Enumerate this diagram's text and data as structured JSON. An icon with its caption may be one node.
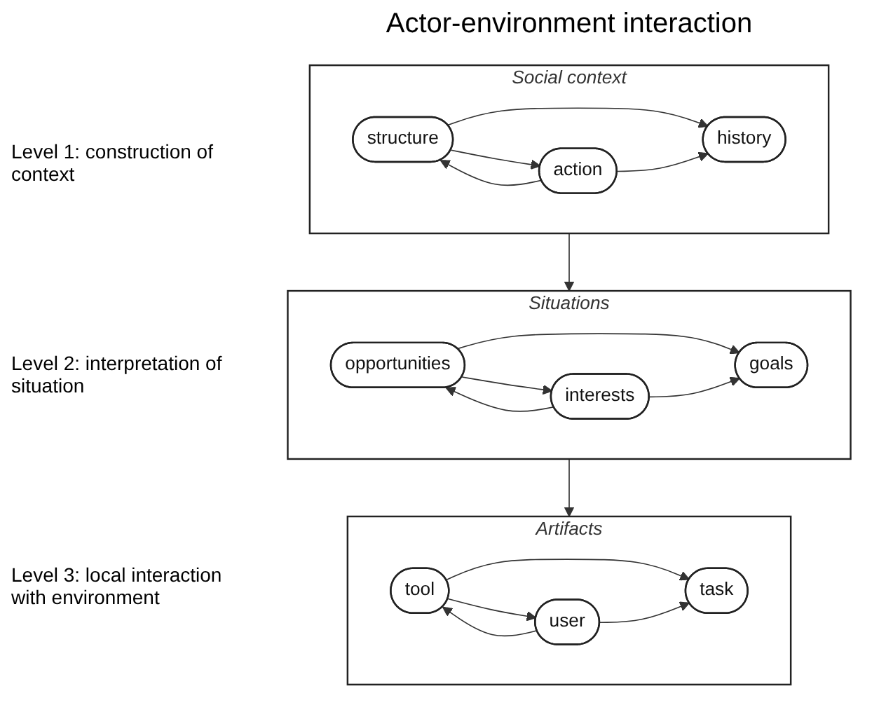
{
  "diagram": {
    "title": "Actor-environment interaction",
    "nodes": [
      {
        "text": [
          "Social context"
        ]
      },
      {
        "text": [
          "structure"
        ],
        "in": 0
      },
      {
        "text": [
          "action"
        ],
        "in": 0
      },
      {
        "text": [
          "history"
        ],
        "in": 0
      },
      {
        "text": [
          "Situations"
        ]
      },
      {
        "text": [
          "opportunities"
        ],
        "in": 4
      },
      {
        "text": [
          "interests"
        ],
        "in": 4
      },
      {
        "text": [
          "goals"
        ],
        "in": 4
      },
      {
        "text": [
          "Artifacts"
        ]
      },
      {
        "text": [
          "tool"
        ],
        "in": 8
      },
      {
        "text": [
          "user"
        ],
        "in": 8
      },
      {
        "text": [
          "task"
        ],
        "in": 8
      }
    ],
    "edges": [
      {
        "from": 1,
        "to": 2,
        "arrow": "to"
      },
      {
        "from": 2,
        "to": 1,
        "arrow": "to"
      },
      {
        "from": 1,
        "to": 3,
        "arrow": "to"
      },
      {
        "from": 2,
        "to": 3,
        "arrow": "to"
      },
      {
        "from": 0,
        "to": 4,
        "arrow": "to"
      },
      {
        "from": 5,
        "to": 6,
        "arrow": "to"
      },
      {
        "from": 6,
        "to": 5,
        "arrow": "to"
      },
      {
        "from": 5,
        "to": 7,
        "arrow": "to"
      },
      {
        "from": 6,
        "to": 7,
        "arrow": "to"
      },
      {
        "from": 4,
        "to": 8,
        "arrow": "to"
      },
      {
        "from": 9,
        "to": 10,
        "arrow": "to"
      },
      {
        "from": 10,
        "to": 9,
        "arrow": "to"
      },
      {
        "from": 9,
        "to": 11,
        "arrow": "to"
      },
      {
        "from": 10,
        "to": 11,
        "arrow": "to"
      }
    ],
    "labels": [
      "Level 1: construction of context",
      "Level 2: interpretation of situation",
      "Level 3: local interaction with environment"
    ]
  }
}
